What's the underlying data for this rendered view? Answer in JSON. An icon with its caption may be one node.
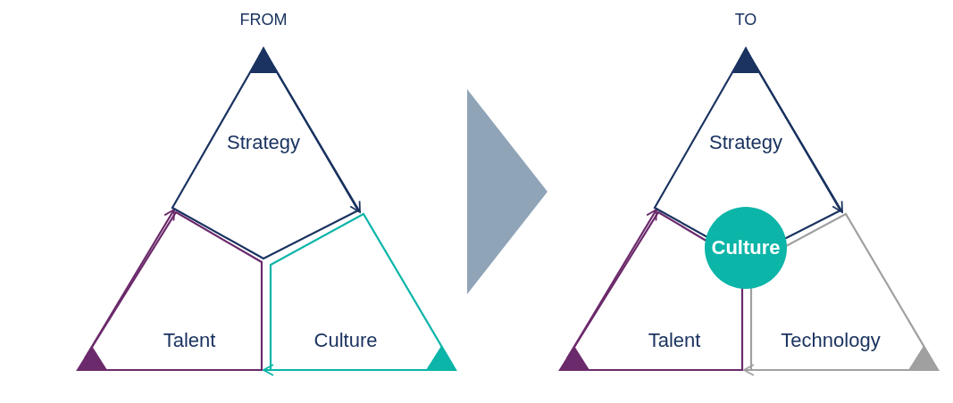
{
  "diagram": {
    "nodes": [
      {
        "text": [
          "FROM"
        ]
      },
      {
        "text": [
          "Strategy"
        ],
        "in": 0
      },
      {
        "text": [
          "Talent"
        ],
        "in": 0
      },
      {
        "text": [
          "Culture"
        ],
        "in": 0
      },
      {
        "text": [
          "TO"
        ]
      },
      {
        "text": [
          "Strategy"
        ],
        "in": 4
      },
      {
        "text": [
          "Culture"
        ],
        "in": 4
      },
      {
        "text": [
          "Talent"
        ],
        "in": 4
      },
      {
        "text": [
          "Technology"
        ],
        "in": 4
      }
    ],
    "edges": [
      {
        "from": 0,
        "to": 4,
        "arrow": "to",
        "style": "thick",
        "color": "#90a4b8"
      },
      {
        "from": 2,
        "to": 1,
        "arrow": "to",
        "color": "#6b2a6b"
      },
      {
        "from": 1,
        "to": 3,
        "arrow": "to",
        "color": "#1a3360"
      },
      {
        "from": 3,
        "to": 2,
        "arrow": "to",
        "color": "#0bb5a8"
      },
      {
        "from": 7,
        "to": 5,
        "arrow": "to",
        "color": "#6b2a6b"
      },
      {
        "from": 5,
        "to": 8,
        "arrow": "to",
        "color": "#1a3360"
      },
      {
        "from": 8,
        "to": 7,
        "arrow": "to",
        "color": "#a0a0a0"
      }
    ]
  }
}
